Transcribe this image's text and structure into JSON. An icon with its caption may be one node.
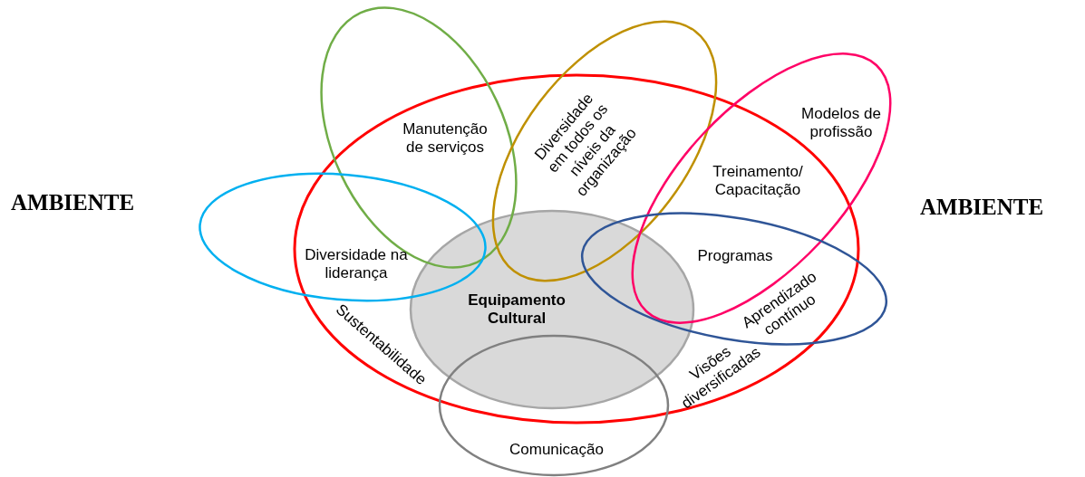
{
  "diagram": {
    "nodes": [
      {
        "text": [
          "Sustentabilidade",
          "Visões diversificadas"
        ]
      },
      {
        "text": [
          "Manutenção de serviços"
        ]
      },
      {
        "text": [
          "Diversidade em todos os níveis da organização"
        ]
      },
      {
        "text": [
          "Modelos de profissão",
          "Treinamento/ Capacitação"
        ]
      },
      {
        "text": [
          "Diversidade na liderança"
        ]
      },
      {
        "text": [
          "Programas",
          "Aprendizado contínuo"
        ]
      },
      {
        "text": [
          "Equipamento Cultural"
        ],
        "in": 0
      },
      {
        "text": [
          "Comunicação"
        ]
      }
    ],
    "labels": [
      "AMBIENTE",
      "AMBIENTE"
    ]
  }
}
